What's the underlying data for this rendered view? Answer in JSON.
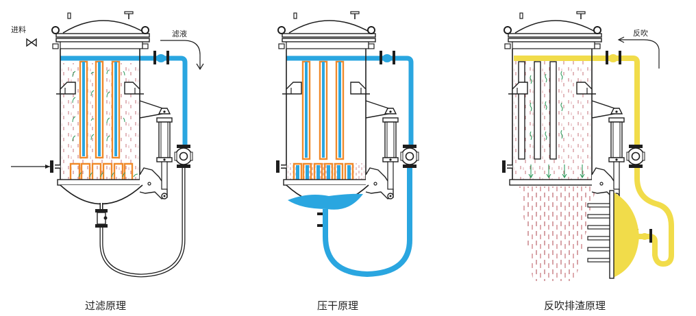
{
  "colors": {
    "filtrate": "#2aa6e0",
    "element": "#f0892a",
    "blowback": "#f1dc4a",
    "sediment": "#b4585e",
    "flow_arrow": "#2e9a5c",
    "outline": "#1e1e1e"
  },
  "panels": [
    {
      "id": "filtration",
      "caption": "过滤原理",
      "labels": {
        "inlet": "进料",
        "outlet": "滤液"
      }
    },
    {
      "id": "press-dry",
      "caption": "压干原理"
    },
    {
      "id": "blowback-discharge",
      "caption": "反吹排渣原理",
      "labels": {
        "blowback": "反吹"
      }
    }
  ]
}
